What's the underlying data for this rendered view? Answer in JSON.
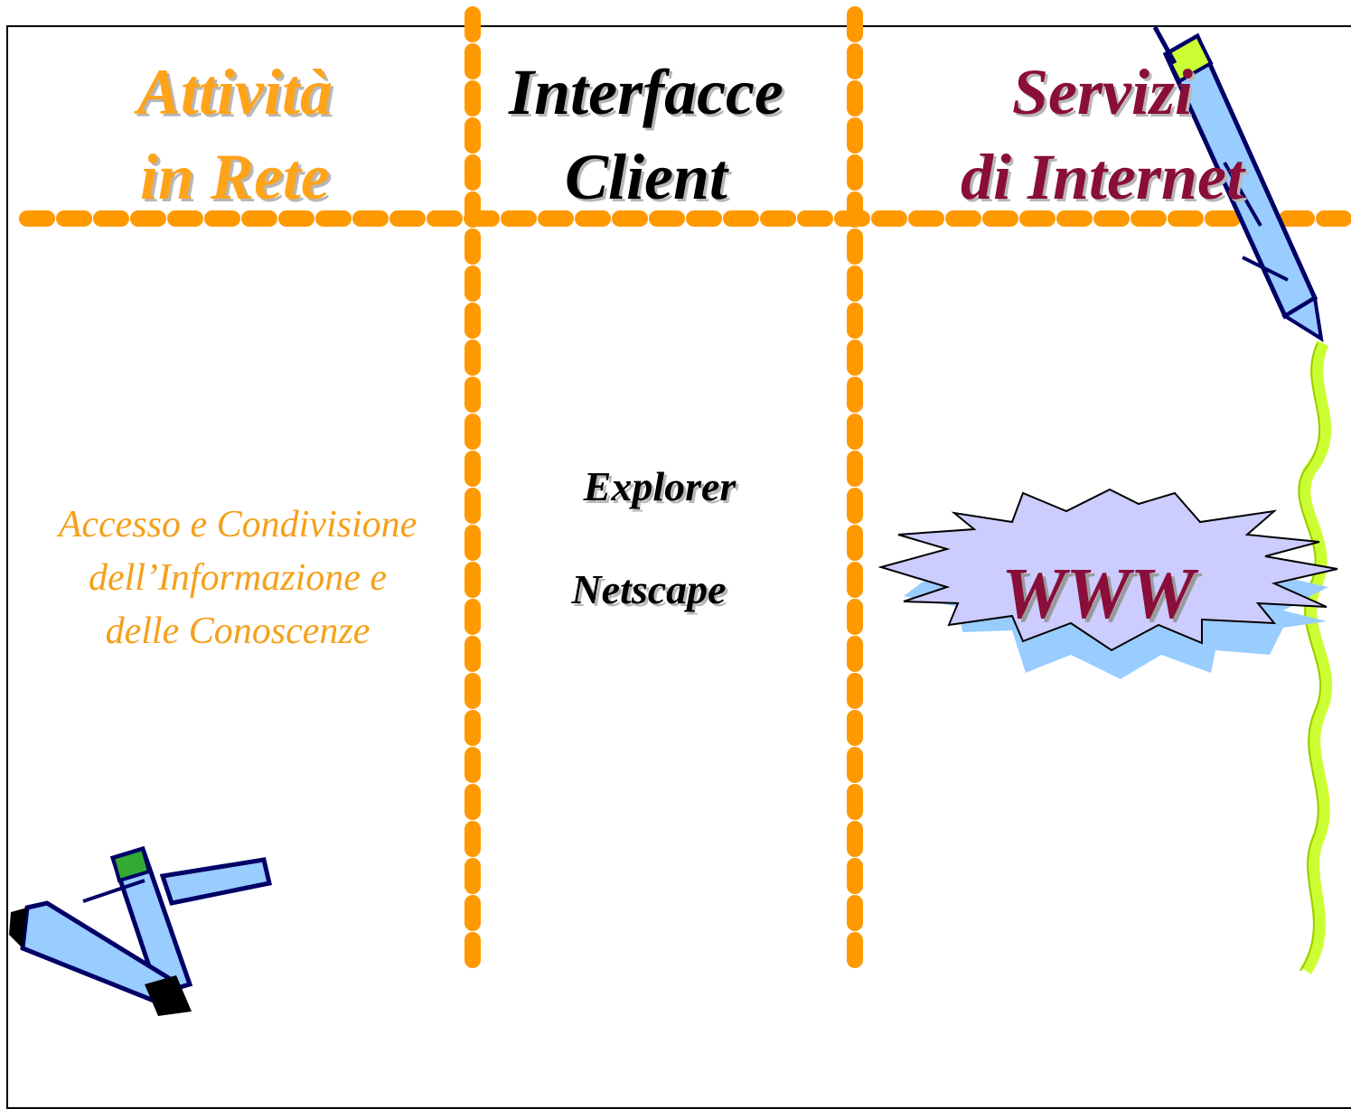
{
  "columns": [
    {
      "header_line1": "Attività",
      "header_line2": "in Rete",
      "content": [
        "Accesso e Condivisione",
        "dell’Informazione e",
        "delle Conoscenze"
      ]
    },
    {
      "header_line1": "Interfacce",
      "header_line2": "Client",
      "content": [
        "Explorer",
        "Netscape"
      ]
    },
    {
      "header_line1": "Servizi",
      "header_line2": "di Internet",
      "content": [
        "WWW"
      ]
    }
  ],
  "colors": {
    "divider": "#ff9900",
    "header_activities": "#ffa31a",
    "header_clients": "#000000",
    "header_services": "#8a0e3a",
    "starburst_fill": "#ccccff",
    "starburst_shadow": "#99ccff"
  },
  "decorations": [
    "pen-icon",
    "crayons-icon",
    "squiggle-line"
  ]
}
